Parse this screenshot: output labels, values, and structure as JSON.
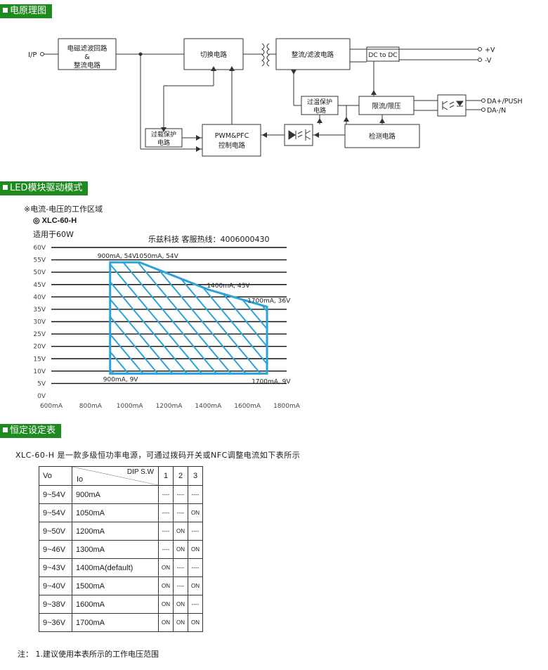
{
  "sections": {
    "block_diagram": "电原理图",
    "driver_mode": "LED模块驱动模式",
    "constant_table": "恒定设定表"
  },
  "block_diagram": {
    "io_label": "I/P",
    "emi_filter": [
      "电磁滤波回路",
      "&",
      "整流电路"
    ],
    "switching": "切换电路",
    "rectifier": "整流/滤波电路",
    "dc_to_dc": "DC to DC",
    "overtemp": [
      "过温保护",
      "电路"
    ],
    "limiter": "限流/限压",
    "overload": [
      "过载保护",
      "电路"
    ],
    "pwm": [
      "PWM&PFC",
      "控制电路"
    ],
    "detect": "检测电路",
    "out_pos": "+V",
    "out_neg": "-V",
    "da_push": "DA+/PUSH",
    "da_n": "DA-/N"
  },
  "driver": {
    "note": "※电流-电压的工作区域",
    "model": "◎ XLC-60-H",
    "applies": "适用于60W",
    "hotline": "乐兹科技 客服热线：4006000430"
  },
  "chart_data": {
    "type": "area",
    "title": "",
    "xlabel": "",
    "ylabel": "",
    "xlim": [
      600,
      1800
    ],
    "ylim": [
      0,
      60
    ],
    "x_ticks": [
      "600mA",
      "800mA",
      "1000mA",
      "1200mA",
      "1400mA",
      "1600mA",
      "1800mA"
    ],
    "y_ticks": [
      "0V",
      "5V",
      "10V",
      "15V",
      "20V",
      "25V",
      "30V",
      "35V",
      "40V",
      "45V",
      "50V",
      "55V",
      "60V"
    ],
    "series": [
      {
        "points": [
          [
            900,
            54
          ],
          [
            1050,
            54
          ],
          [
            1400,
            43
          ],
          [
            1700,
            36
          ],
          [
            1700,
            9
          ],
          [
            900,
            9
          ]
        ]
      }
    ],
    "annotations": [
      {
        "x": 900,
        "y": 54,
        "text": "900mA, 54V"
      },
      {
        "x": 1050,
        "y": 54,
        "text": "1050mA, 54V"
      },
      {
        "x": 1400,
        "y": 43,
        "text": "1400mA, 43V"
      },
      {
        "x": 1700,
        "y": 36,
        "text": "1700mA, 36V"
      },
      {
        "x": 900,
        "y": 9,
        "text": "900mA, 9V"
      },
      {
        "x": 1700,
        "y": 9,
        "text": "1700mA, 9V"
      }
    ],
    "fill_color": "#2aa4d8",
    "grid": true
  },
  "constant": {
    "intro": "XLC-60-H 是一款多级恒功率电源，可通过拨码开关或NFC调整电流如下表所示",
    "header": {
      "vo": "Vo",
      "io": "Io",
      "dip": "DIP S.W",
      "sw": [
        "1",
        "2",
        "3"
      ]
    },
    "rows": [
      {
        "vo": "9~54V",
        "io": "900mA",
        "sw": [
          "----",
          "----",
          "----"
        ]
      },
      {
        "vo": "9~54V",
        "io": "1050mA",
        "sw": [
          "----",
          "----",
          "ON"
        ]
      },
      {
        "vo": "9~50V",
        "io": "1200mA",
        "sw": [
          "----",
          "ON",
          "----"
        ]
      },
      {
        "vo": "9~46V",
        "io": "1300mA",
        "sw": [
          "----",
          "ON",
          "ON"
        ]
      },
      {
        "vo": "9~43V",
        "io": "1400mA(default)",
        "sw": [
          "ON",
          "----",
          "----"
        ]
      },
      {
        "vo": "9~40V",
        "io": "1500mA",
        "sw": [
          "ON",
          "----",
          "ON"
        ]
      },
      {
        "vo": "9~38V",
        "io": "1600mA",
        "sw": [
          "ON",
          "ON",
          "----"
        ]
      },
      {
        "vo": "9~36V",
        "io": "1700mA",
        "sw": [
          "ON",
          "ON",
          "ON"
        ]
      }
    ],
    "footnote": "注： 1.建议使用本表所示的工作电压范围"
  }
}
